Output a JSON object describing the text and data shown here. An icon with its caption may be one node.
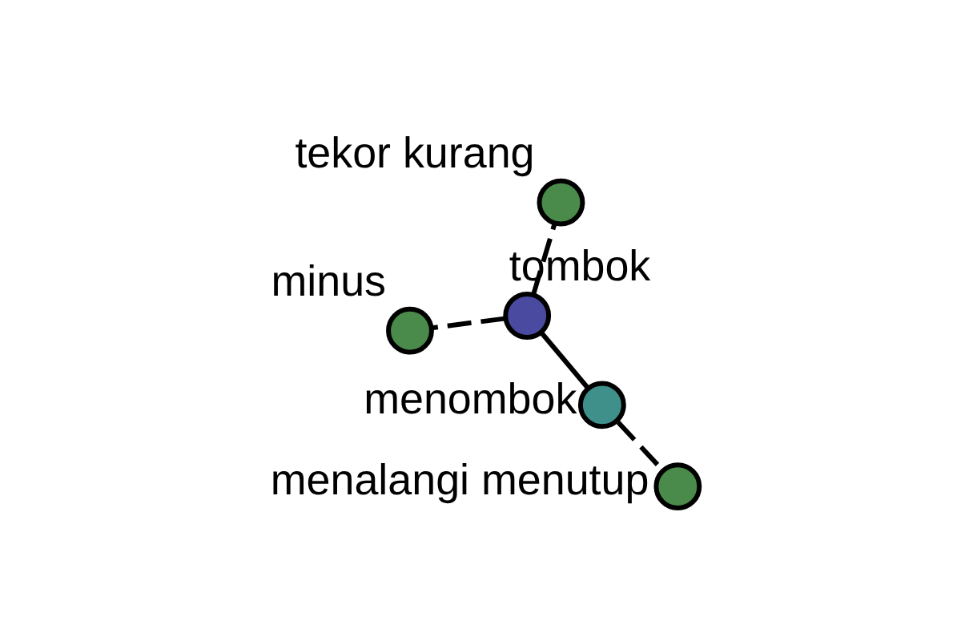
{
  "diagram": {
    "nodes": [
      {
        "text": [],
        "shape": "circle",
        "beside": [
          "minus"
        ]
      },
      {
        "text": [],
        "shape": "circle",
        "beside": [
          "menalangi menutup"
        ]
      },
      {
        "text": [],
        "shape": "circle",
        "beside": [
          "menombok"
        ]
      },
      {
        "text": [],
        "shape": "circle",
        "beside": [
          "tombok"
        ]
      },
      {
        "text": [],
        "shape": "circle",
        "beside": [
          "tekor kurang"
        ]
      }
    ],
    "edges": [
      {
        "from": 3,
        "to": 0,
        "arrow": "none",
        "style": "dashed"
      },
      {
        "from": 3,
        "to": 2,
        "arrow": "none"
      },
      {
        "from": 2,
        "to": 1,
        "arrow": "none",
        "style": "dashed"
      },
      {
        "from": 3,
        "to": 4,
        "arrow": "none",
        "style": "dashed"
      }
    ]
  }
}
